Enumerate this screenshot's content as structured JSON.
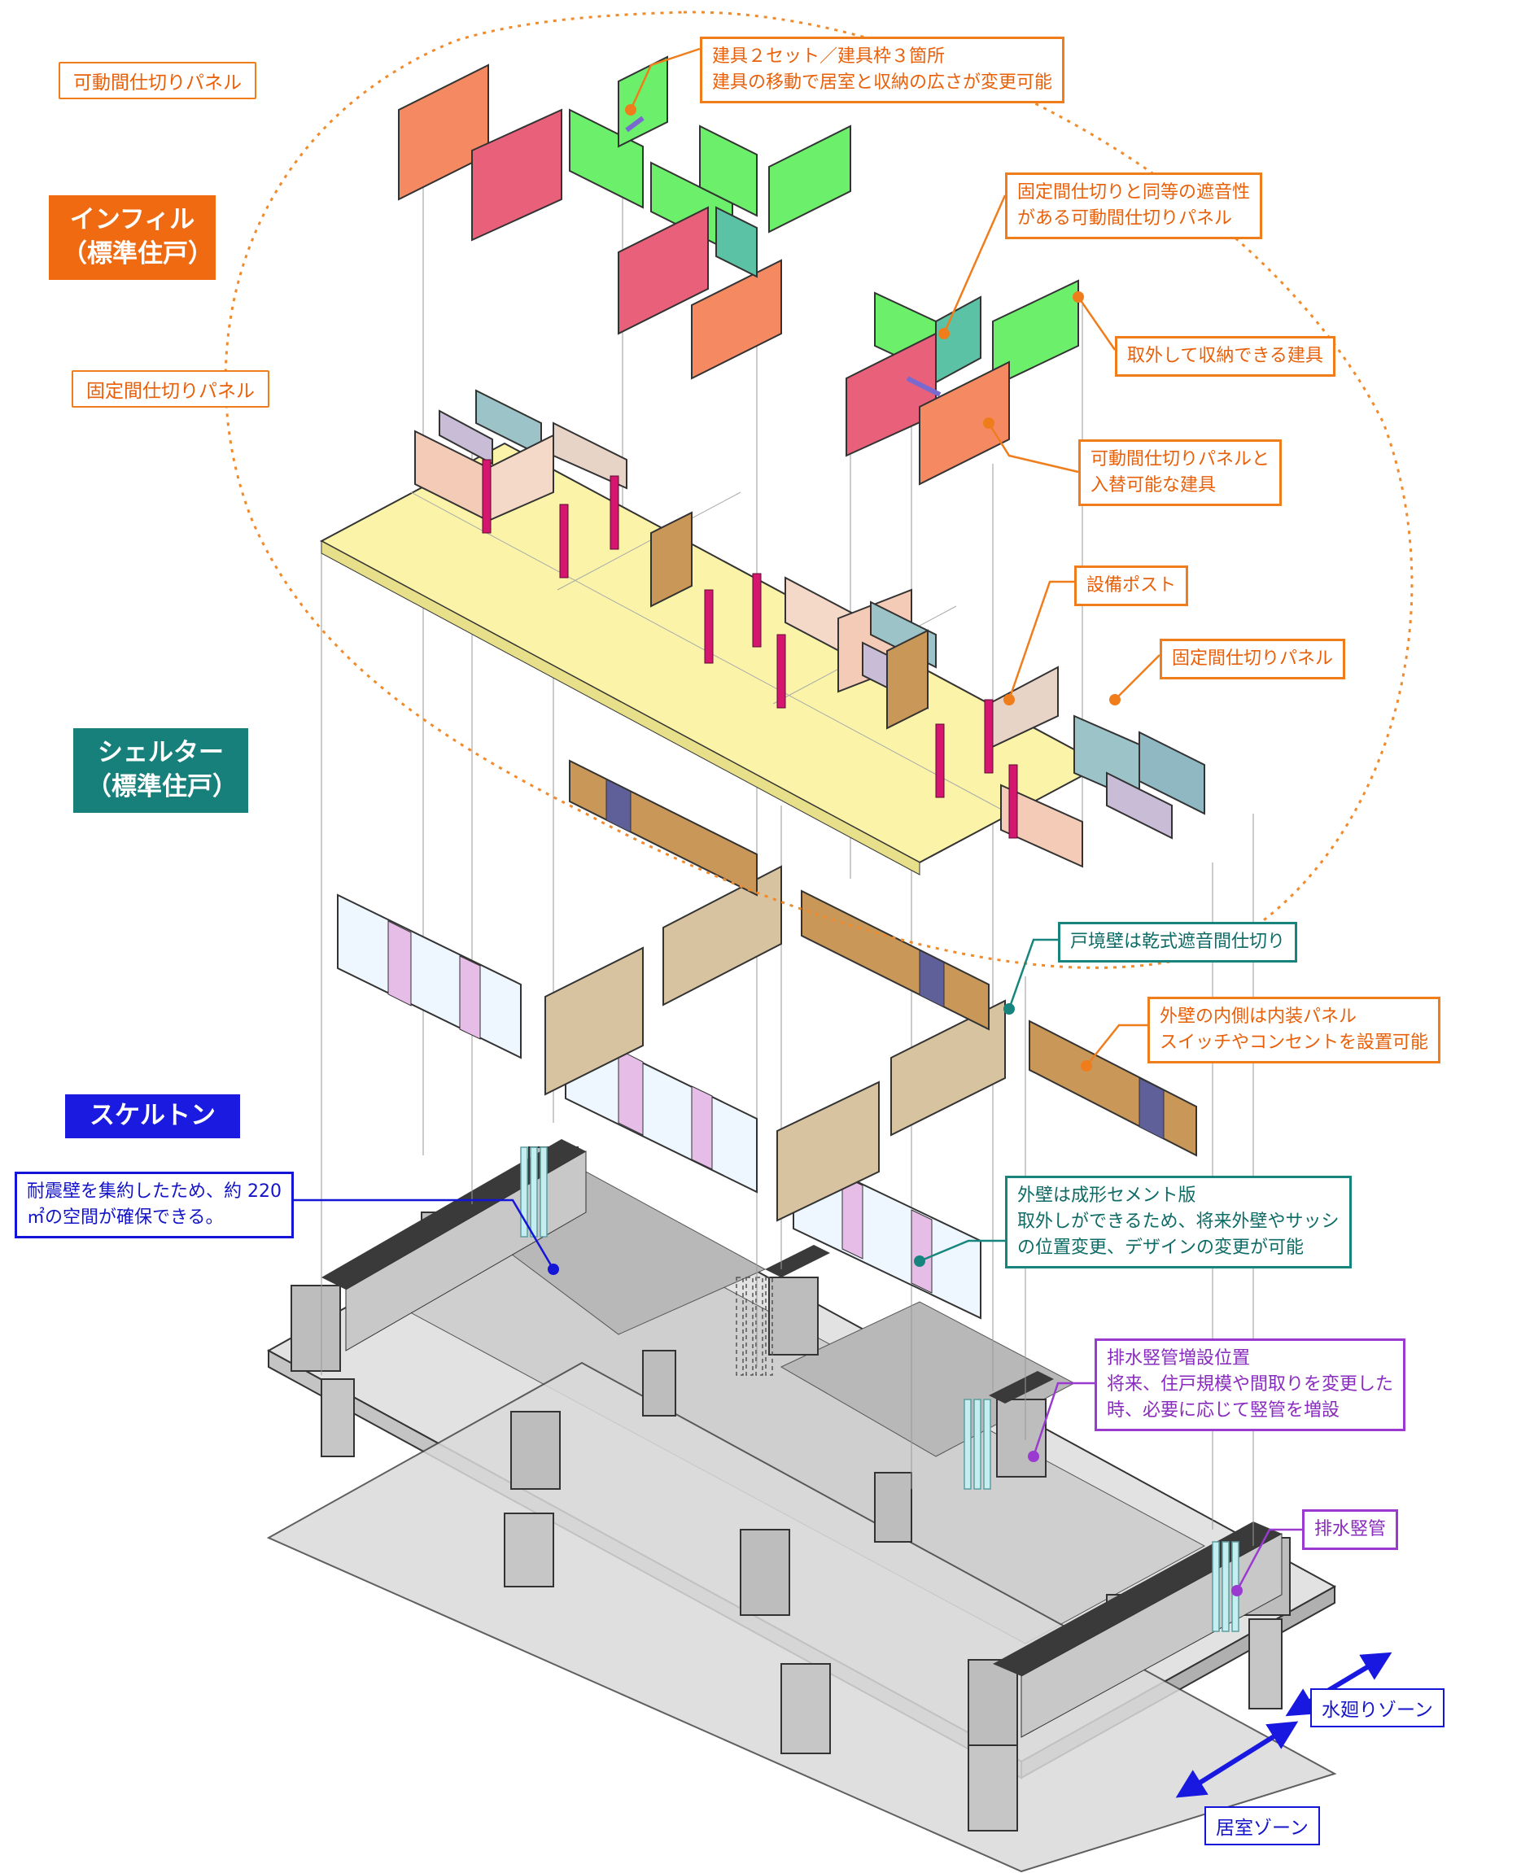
{
  "colors": {
    "infill": "#f07d1c",
    "shelter": "#17807a",
    "skeleton": "#1a1ae0",
    "plumbing": "#9a3ad0",
    "floor_yellow": "#fbf4a8",
    "panel_green": "#6cf06c",
    "panel_pink": "#e8607a",
    "panel_salmon": "#f58a62",
    "post_magenta": "#d4166e",
    "wall_blue": "#8fb8c2",
    "concrete": "#d9d9d9"
  },
  "badges": {
    "infill": [
      "インフィル",
      "（標準住戸）"
    ],
    "shelter": [
      "シェルター",
      "（標準住戸）"
    ],
    "skeleton": "スケルトン"
  },
  "labels": {
    "movable_panel": "可動間仕切りパネル",
    "fixed_panel_left": "固定間仕切りパネル",
    "fixtures_sets": [
      "建具２セット／建具枠３箇所",
      "建具の移動で居室と収納の広さが変更可能"
    ],
    "sound_panel": [
      "固定間仕切りと同等の遮音性",
      "がある可動間仕切りパネル"
    ],
    "removable_fixture": "取外して収納できる建具",
    "replaceable_fixture": [
      "可動間仕切りパネルと",
      "入替可能な建具"
    ],
    "equipment_post": "設備ポスト",
    "fixed_panel_right": "固定間仕切りパネル",
    "boundary_wall": "戸境壁は乾式遮音間仕切り",
    "inner_wall": [
      "外壁の内側は内装パネル",
      "スイッチやコンセントを設置可能"
    ],
    "quake_wall": [
      "耐震壁を集約したため、約 220",
      "㎡の空間が確保できる。"
    ],
    "outer_wall": [
      "外壁は成形セメント版",
      "取外しができるため、将来外壁やサッシ",
      "の位置変更、デザインの変更が可能"
    ],
    "drain_extra": [
      "排水竪管増設位置",
      "将来、住戸規模や間取りを変更した",
      "時、必要に応じて竪管を増設"
    ],
    "drain_pipe": "排水竪管",
    "water_zone": "水廻りゾーン",
    "living_zone": "居室ゾーン"
  }
}
